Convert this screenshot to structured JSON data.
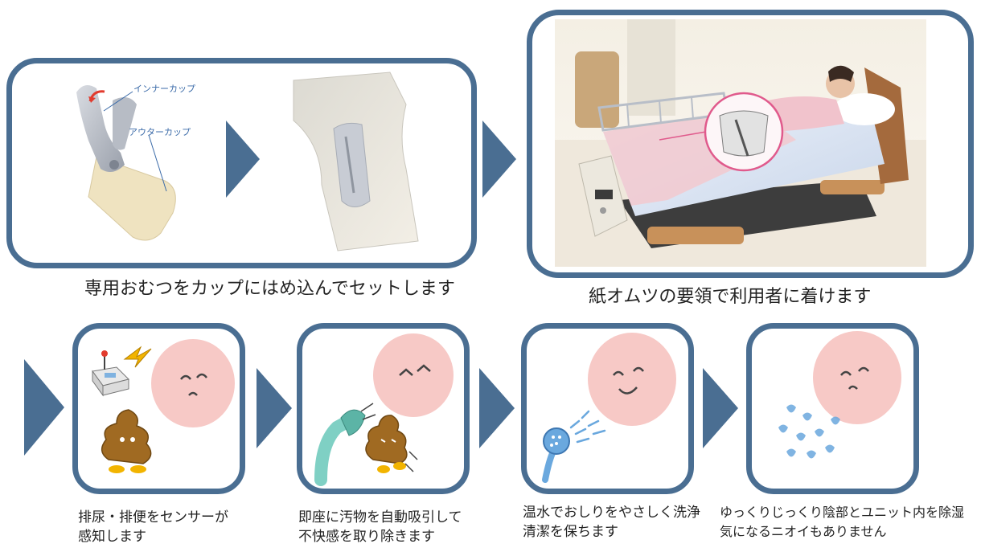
{
  "top": {
    "cup_labels": {
      "inner": "インナーカップ",
      "outer": "アウターカップ"
    },
    "caption_left": "専用おむつをカップにはめ込んでセットします",
    "caption_right": "紙オムツの要領で利用者に着けます"
  },
  "steps": [
    {
      "line1": "排尿・排便をセンサーが",
      "line2": "感知します"
    },
    {
      "line1": "即座に汚物を自動吸引して",
      "line2": "不快感を取り除きます"
    },
    {
      "line1": "温水でおしりをやさしく洗浄",
      "line2": "清潔を保ちます"
    },
    {
      "line1": "ゆっくりじっくり陰部とユニット内を除湿",
      "line2": "気になるニオイもありません"
    }
  ],
  "colors": {
    "frame": "#4a6e92",
    "arrow": "#4a6e92",
    "face": "#f7c9c6",
    "poop": "#a06a22"
  }
}
